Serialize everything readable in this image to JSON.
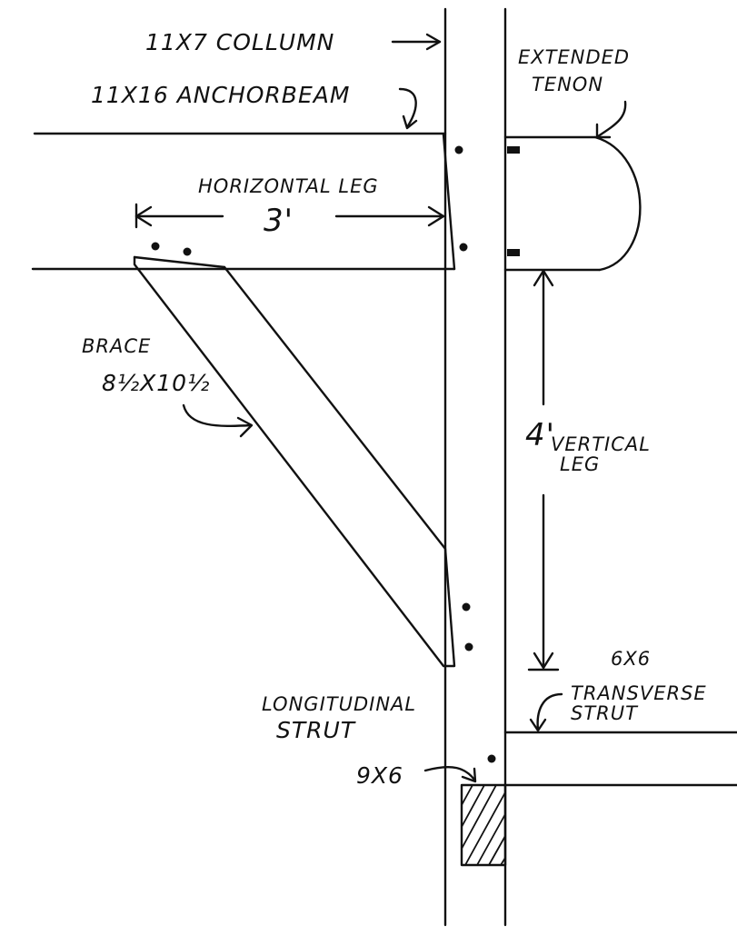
{
  "labels": {
    "column": "11X7 COLLUMN",
    "anchor_beam": "11X16 ANCHORBEAM",
    "extended_tenon_line1": "EXTENDED",
    "extended_tenon_line2": "TENON",
    "horizontal_leg": "HORIZONTAL LEG",
    "horizontal_dim": "3'",
    "brace_line1": "BRACE",
    "brace_line2": "8½X10½",
    "vertical_dim": "4'",
    "vertical_leg_line1": "VERTICAL",
    "vertical_leg_line2": "LEG",
    "transverse_size": "6X6",
    "transverse_line1": "TRANSVERSE",
    "transverse_line2": "STRUT",
    "longitudinal_line1": "LONGITUDINAL",
    "longitudinal_line2": "STRUT",
    "longitudinal_size": "9X6"
  },
  "colors": {
    "ink": "#111111",
    "paper": "#ffffff"
  }
}
